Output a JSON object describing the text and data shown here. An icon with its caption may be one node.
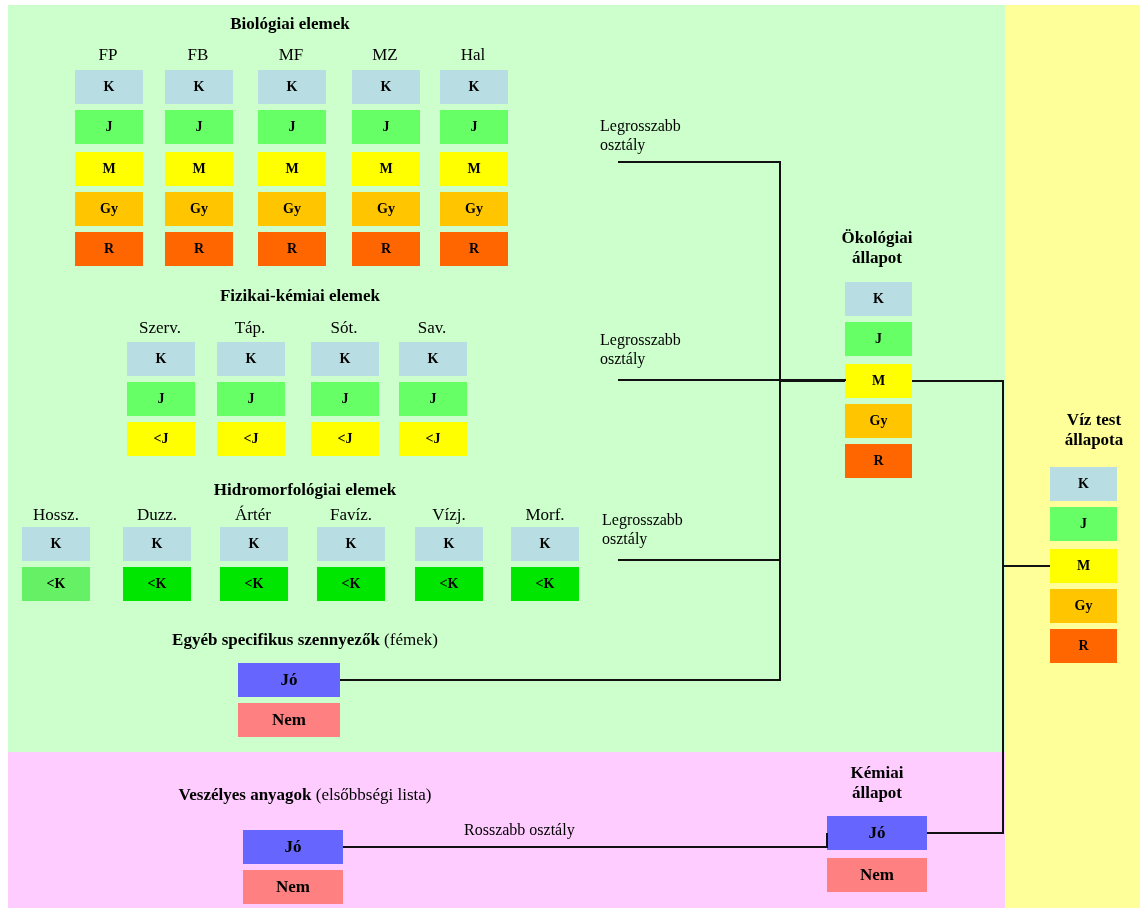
{
  "diagram": {
    "nodes": [
      {
        "text": [
          "K"
        ]
      },
      {
        "text": [
          "J"
        ]
      },
      {
        "text": [
          "M"
        ]
      },
      {
        "text": [
          "Gy"
        ]
      },
      {
        "text": [
          "R"
        ]
      },
      {
        "text": [
          "K"
        ]
      },
      {
        "text": [
          "J"
        ]
      },
      {
        "text": [
          "M"
        ]
      },
      {
        "text": [
          "Gy"
        ]
      },
      {
        "text": [
          "R"
        ]
      },
      {
        "text": [
          "K"
        ]
      },
      {
        "text": [
          "J"
        ]
      },
      {
        "text": [
          "M"
        ]
      },
      {
        "text": [
          "Gy"
        ]
      },
      {
        "text": [
          "R"
        ]
      },
      {
        "text": [
          "K"
        ]
      },
      {
        "text": [
          "J"
        ]
      },
      {
        "text": [
          "M"
        ]
      },
      {
        "text": [
          "Gy"
        ]
      },
      {
        "text": [
          "R"
        ]
      },
      {
        "text": [
          "K"
        ]
      },
      {
        "text": [
          "J"
        ]
      },
      {
        "text": [
          "M"
        ]
      },
      {
        "text": [
          "Gy"
        ]
      },
      {
        "text": [
          "R"
        ]
      },
      {
        "text": [
          "K"
        ]
      },
      {
        "text": [
          "J"
        ]
      },
      {
        "text": [
          "<J"
        ]
      },
      {
        "text": [
          "K"
        ]
      },
      {
        "text": [
          "J"
        ]
      },
      {
        "text": [
          "<J"
        ]
      },
      {
        "text": [
          "K"
        ]
      },
      {
        "text": [
          "J"
        ]
      },
      {
        "text": [
          "<J"
        ]
      },
      {
        "text": [
          "K"
        ]
      },
      {
        "text": [
          "J"
        ]
      },
      {
        "text": [
          "<J"
        ]
      },
      {
        "text": [
          "K"
        ]
      },
      {
        "text": [
          "<K"
        ]
      },
      {
        "text": [
          "K"
        ]
      },
      {
        "text": [
          "<K"
        ]
      },
      {
        "text": [
          "K"
        ]
      },
      {
        "text": [
          "<K"
        ]
      },
      {
        "text": [
          "K"
        ]
      },
      {
        "text": [
          "<K"
        ]
      },
      {
        "text": [
          "K"
        ]
      },
      {
        "text": [
          "<K"
        ]
      },
      {
        "text": [
          "K"
        ]
      },
      {
        "text": [
          "<K"
        ]
      },
      {
        "text": [
          "Jó"
        ]
      },
      {
        "text": [
          "Nem"
        ]
      },
      {
        "text": [
          "K"
        ]
      },
      {
        "text": [
          "J"
        ]
      },
      {
        "text": [
          "M"
        ]
      },
      {
        "text": [
          "Gy"
        ]
      },
      {
        "text": [
          "R"
        ]
      },
      {
        "text": [
          "K"
        ]
      },
      {
        "text": [
          "J"
        ]
      },
      {
        "text": [
          "M"
        ]
      },
      {
        "text": [
          "Gy"
        ]
      },
      {
        "text": [
          "R"
        ]
      },
      {
        "text": [
          "Jó"
        ]
      },
      {
        "text": [
          "Nem"
        ]
      },
      {
        "text": [
          "Jó"
        ]
      },
      {
        "text": [
          "Nem"
        ]
      }
    ],
    "edges": [
      {
        "from": null,
        "to": 53,
        "arrow": "none",
        "label": "Legrosszabb osztály"
      },
      {
        "from": null,
        "to": 53,
        "arrow": "none",
        "label": "Legrosszabb osztály"
      },
      {
        "from": null,
        "to": 53,
        "arrow": "none",
        "label": "Legrosszabb osztály"
      },
      {
        "from": 49,
        "to": 53,
        "arrow": "none"
      },
      {
        "from": 53,
        "to": 58,
        "arrow": "none"
      },
      {
        "from": 63,
        "to": 58,
        "arrow": "none"
      },
      {
        "from": 61,
        "to": 63,
        "arrow": "none",
        "label": "Rosszabb osztály"
      }
    ],
    "labels": [
      "Biológiai elemek",
      "FP",
      "FB",
      "MF",
      "MZ",
      "Hal",
      "Fizikai-kémiai elemek",
      "Szerv.",
      "Táp.",
      "Sót.",
      "Sav.",
      "Hidromorfológiai elemek",
      "Hossz.",
      "Duzz.",
      "Ártér",
      "Favíz.",
      "Vízj.",
      "Morf.",
      "**Egyéb specifikus szennyezők** (fémek)",
      "Ökológiai állapot",
      "Víz test állapota",
      "**Veszélyes anyagok** (elsőbbségi lista)",
      "Kémiai állapot"
    ]
  }
}
